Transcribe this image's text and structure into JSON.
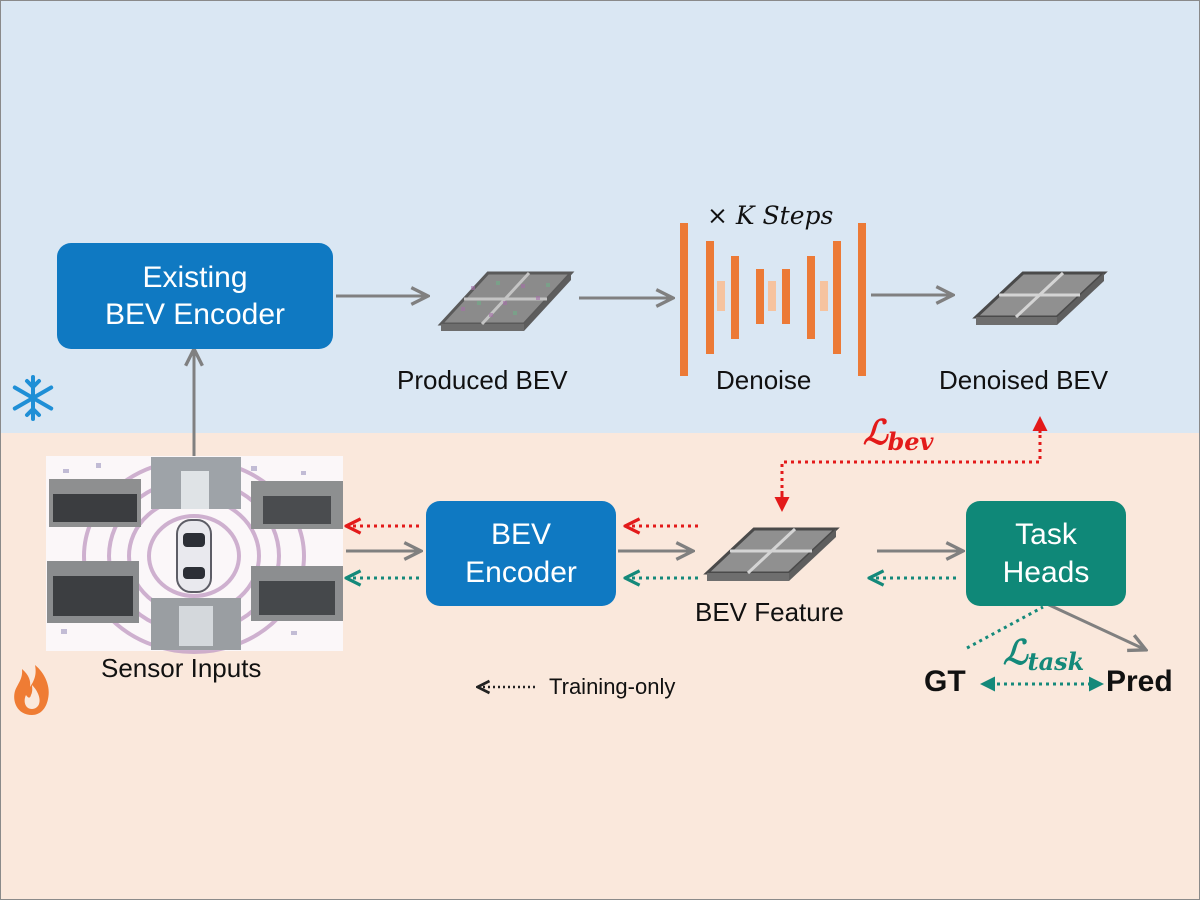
{
  "boxes": {
    "existing_encoder": "Existing\nBEV Encoder",
    "bev_encoder": "BEV\nEncoder",
    "task_heads": "Task\nHeads"
  },
  "labels": {
    "produced_bev": "Produced BEV",
    "denoise": "Denoise",
    "denoised_bev": "Denoised BEV",
    "k_steps": "× K Steps",
    "bev_feature": "BEV Feature",
    "sensor_inputs": "Sensor Inputs",
    "training_only": "Training-only",
    "gt": "GT",
    "pred": "Pred",
    "loss_bev_main": "ℒ",
    "loss_bev_sub": "bev",
    "loss_task_main": "ℒ",
    "loss_task_sub": "task"
  },
  "icons": {
    "frozen": "snowflake-icon",
    "trainable": "flame-icon"
  },
  "colors": {
    "top_band": "#dae7f3",
    "bottom_band": "#fae8dc",
    "encoder_blue": "#0f79c2",
    "task_teal": "#0f8878",
    "unet_orange": "#ec7a36",
    "loss_red": "#e31a1a",
    "loss_teal": "#14897a",
    "arrow_gray": "#808080"
  }
}
